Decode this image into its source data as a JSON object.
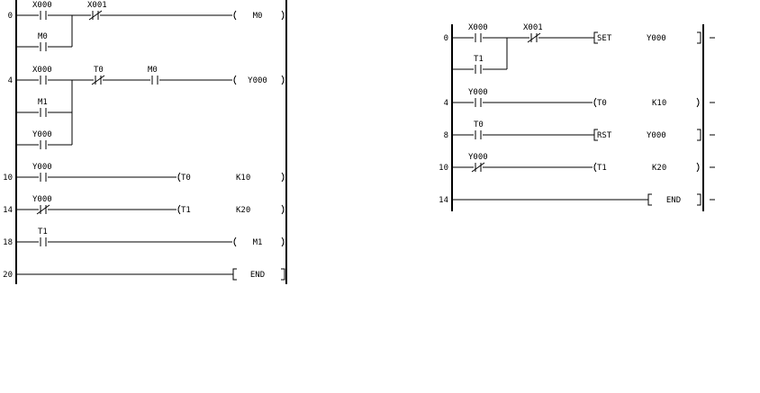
{
  "diagram_left": {
    "steps": [
      {
        "step": "0",
        "contacts": [
          "X000",
          "X001"
        ],
        "branches": [
          "M0"
        ],
        "coil": "M0"
      },
      {
        "step": "4",
        "contacts": [
          "X000",
          "T0",
          "M0"
        ],
        "branches": [
          "M1",
          "Y000"
        ],
        "coil": "Y000"
      },
      {
        "step": "10",
        "contacts": [
          "Y000"
        ],
        "coil": "T0",
        "coil_param": "K10"
      },
      {
        "step": "14",
        "contacts": [
          "Y000"
        ],
        "coil": "T1",
        "coil_param": "K20"
      },
      {
        "step": "18",
        "contacts": [
          "T1"
        ],
        "coil": "M1"
      },
      {
        "step": "20",
        "instruction": "END"
      }
    ]
  },
  "diagram_right": {
    "steps": [
      {
        "step": "0",
        "contacts": [
          "X000",
          "X001"
        ],
        "branches": [
          "T1"
        ],
        "instruction": "SET",
        "operand": "Y000"
      },
      {
        "step": "4",
        "contacts": [
          "Y000"
        ],
        "coil": "T0",
        "coil_param": "K10"
      },
      {
        "step": "8",
        "contacts": [
          "T0"
        ],
        "instruction": "RST",
        "operand": "Y000"
      },
      {
        "step": "10",
        "contacts": [
          "Y000"
        ],
        "coil": "T1",
        "coil_param": "K20"
      },
      {
        "step": "14",
        "instruction": "END"
      }
    ]
  }
}
